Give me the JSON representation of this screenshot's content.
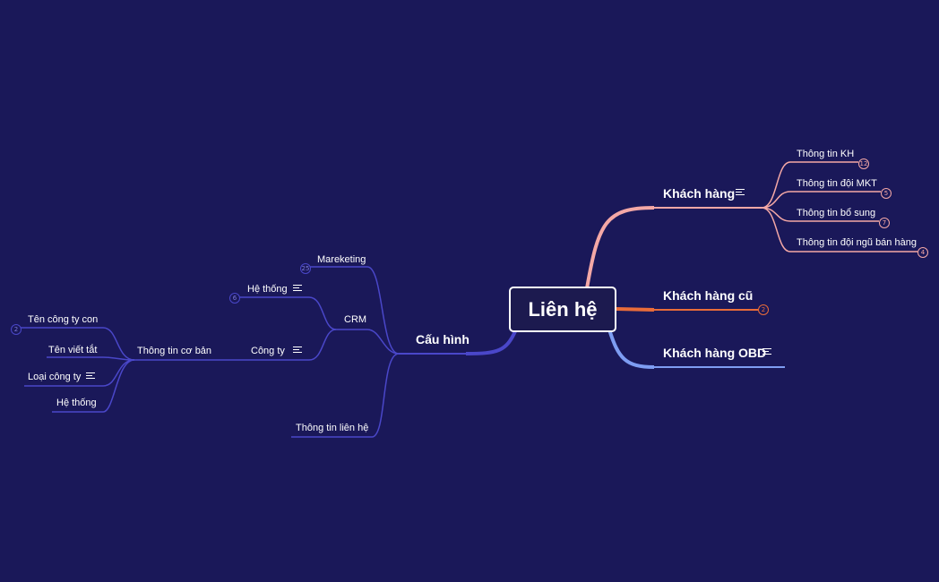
{
  "colors": {
    "background": "#1a1859",
    "pink_branch": "#f4a8a6",
    "orange_branch": "#e96c3a",
    "blue_branch": "#7e9df2",
    "indigo_branch": "#4a47c9",
    "text": "#ffffff"
  },
  "root": {
    "label": "Liên hệ"
  },
  "right": {
    "khach_hang": {
      "label": "Khách hàng",
      "children": [
        {
          "label": "Thông tin KH",
          "count": "12"
        },
        {
          "label": "Thông tin đội MKT",
          "count": "5"
        },
        {
          "label": "Thông tin bổ sung",
          "count": "7"
        },
        {
          "label": "Thông tin đội ngũ bán hàng",
          "count": "4"
        }
      ]
    },
    "khach_hang_cu": {
      "label": "Khách hàng cũ",
      "count": "2"
    },
    "khach_hang_obd": {
      "label": "Khách hàng OBD"
    }
  },
  "left": {
    "cau_hinh": {
      "label": "Cấu hình"
    },
    "mareketing": {
      "label": "Mareketing",
      "count": "25"
    },
    "crm": {
      "label": "CRM"
    },
    "he_thong": {
      "label": "Hệ thống",
      "count": "6"
    },
    "cong_ty": {
      "label": "Công ty"
    },
    "thong_tin_co_ban": {
      "label": "Thông tin cơ bản",
      "children": [
        {
          "label": "Tên công ty con",
          "count": "2"
        },
        {
          "label": "Tên viết tắt"
        },
        {
          "label": "Loại công ty"
        },
        {
          "label": "Hệ thống"
        }
      ]
    },
    "thong_tin_lien_he": {
      "label": "Thông tin liên hệ"
    }
  }
}
